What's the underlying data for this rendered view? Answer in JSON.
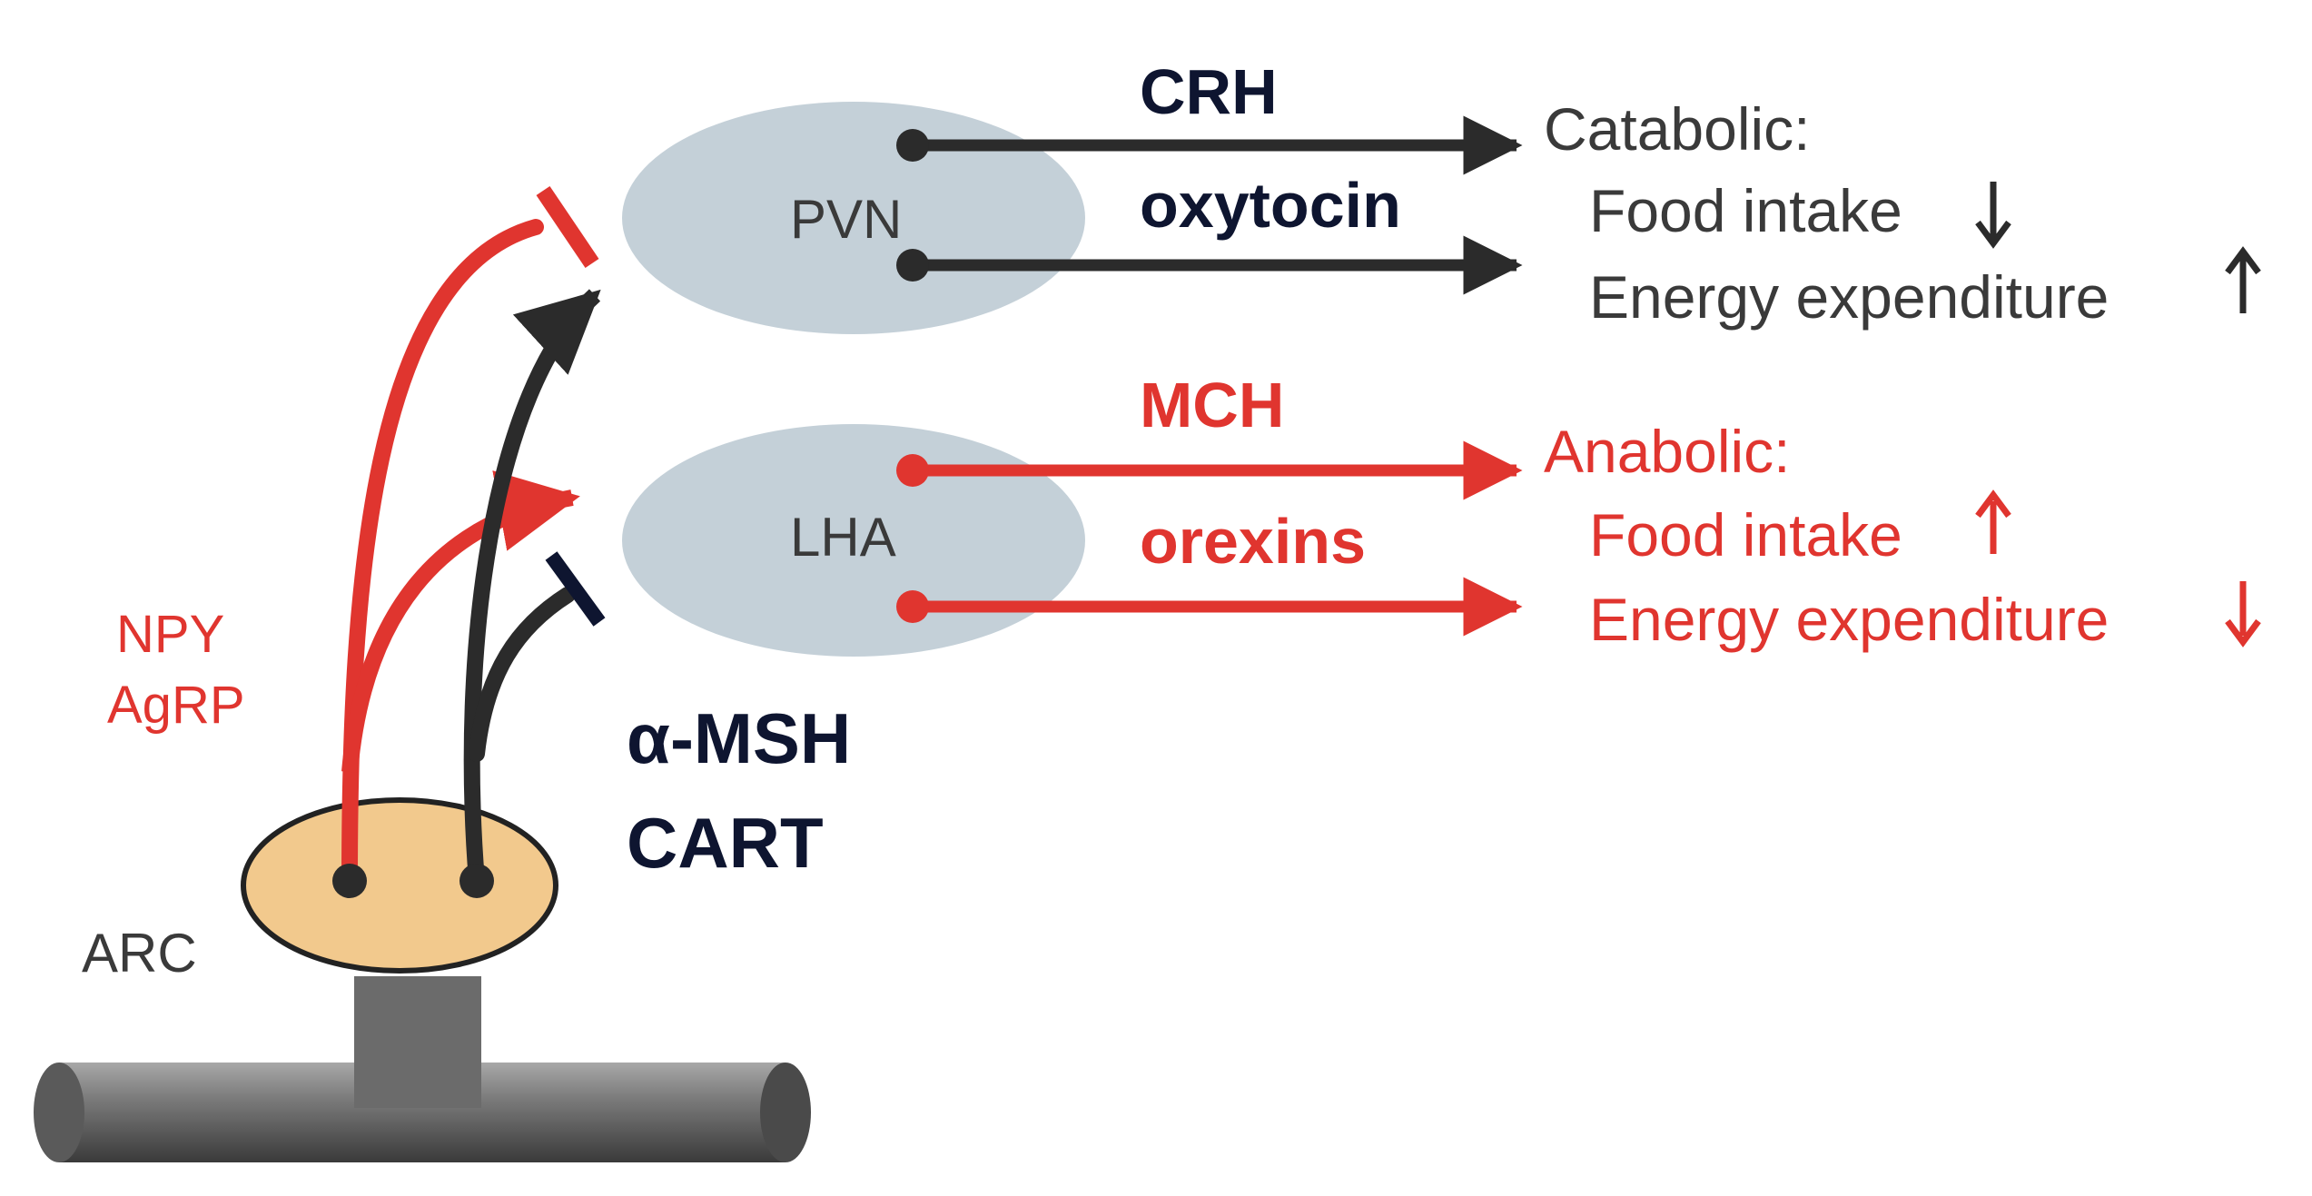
{
  "colors": {
    "red": "#e0352f",
    "black": "#2b2b2b",
    "navy": "#0e1530",
    "gray_text": "#3a3a3a",
    "nucleus_gray": "#c4d0d8",
    "arc_fill": "#f2c98d",
    "stalk": "#6b6b6b"
  },
  "nuclei": {
    "pvn": "PVN",
    "lha": "LHA",
    "arc": "ARC"
  },
  "arc_signals": {
    "orexigenic": [
      "NPY",
      "AgRP"
    ],
    "anorexigenic": [
      "α-MSH",
      "CART"
    ]
  },
  "pvn_outputs": {
    "top": "CRH",
    "bottom": "oxytocin"
  },
  "lha_outputs": {
    "top": "MCH",
    "bottom": "orexins"
  },
  "catabolic": {
    "title": "Catabolic:",
    "line1": "Food intake",
    "line2": "Energy expenditure",
    "line1_icon": "down-arrow-icon",
    "line2_icon": "up-arrow-icon"
  },
  "anabolic": {
    "title": "Anabolic:",
    "line1": "Food intake",
    "line2": "Energy expenditure",
    "line1_icon": "up-arrow-icon",
    "line2_icon": "down-arrow-icon"
  }
}
